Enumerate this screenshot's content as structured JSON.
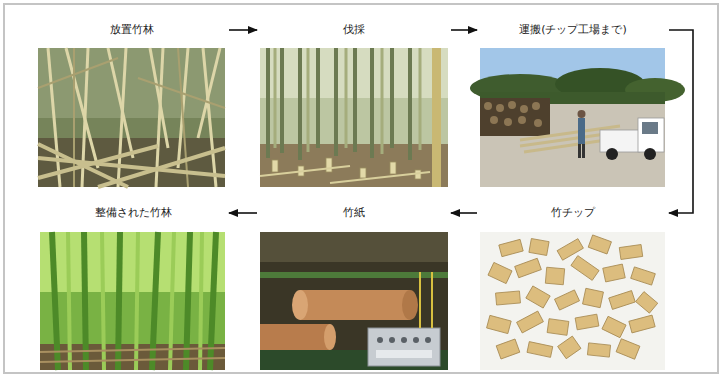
{
  "diagram": {
    "nodes": [
      {
        "text": [
          "放置竹林"
        ]
      },
      {
        "text": [
          "伐採"
        ]
      },
      {
        "text": [
          "運搬(チップ工場まで)"
        ]
      },
      {
        "text": [
          "整備された竹林"
        ]
      },
      {
        "text": [
          "竹紙"
        ]
      },
      {
        "text": [
          "竹チップ"
        ]
      }
    ],
    "edges": [
      {
        "from": 0,
        "to": 1,
        "arrow": "to"
      },
      {
        "from": 1,
        "to": 2,
        "arrow": "to"
      },
      {
        "from": 2,
        "to": 5,
        "arrow": "to"
      },
      {
        "from": 5,
        "to": 4,
        "arrow": "to"
      },
      {
        "from": 4,
        "to": 3,
        "arrow": "to"
      }
    ]
  }
}
